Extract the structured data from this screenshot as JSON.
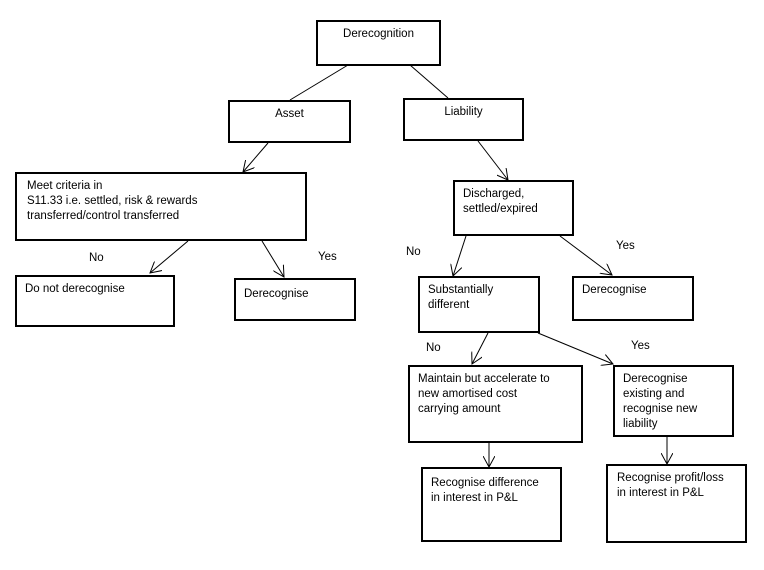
{
  "nodes": {
    "root": "Derecognition",
    "asset": "Asset",
    "liability": "Liability",
    "meet_criteria": "Meet criteria in\nS11.33 i.e. settled, risk & rewards\ntransferred/control transferred",
    "do_not_derecognise": "Do not derecognise",
    "derecognise_asset": "Derecognise",
    "discharged": "Discharged,\nsettled/expired",
    "substantially_different": "Substantially\ndifferent",
    "derecognise_liability": "Derecognise",
    "maintain": "Maintain  but accelerate to\nnew amortised cost\ncarrying amount",
    "derecognise_existing": "Derecognise\nexisting and\nrecognise new\nliability",
    "recognise_difference": "Recognise difference\nin interest in P&L",
    "recognise_profit_loss": "Recognise profit/loss\nin interest in P&L"
  },
  "edge_labels": {
    "asset_no": "No",
    "asset_yes": "Yes",
    "discharged_no": "No",
    "discharged_yes": "Yes",
    "different_no": "No",
    "different_yes": "Yes"
  }
}
